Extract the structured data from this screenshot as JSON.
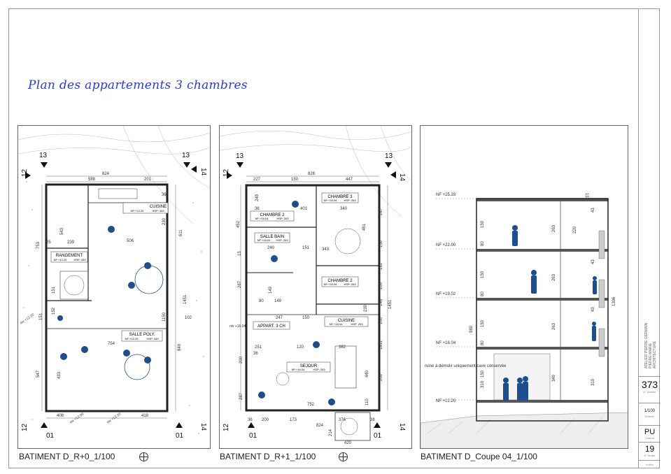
{
  "sheet": {
    "title": "Plan des appartements 3 chambres"
  },
  "plans": [
    {
      "caption": "BATIMENT D_R+0_1/100",
      "section_markers": [
        "13",
        "13",
        "12",
        "14",
        "12",
        "14",
        "01",
        "01"
      ],
      "dims": [
        "824",
        "588",
        "201",
        "36",
        "543",
        "239",
        "506",
        "611",
        "753",
        "25",
        "230",
        "1451",
        "1150",
        "102",
        "151",
        "152",
        "151",
        "433",
        "547",
        "754",
        "840",
        "406",
        "418"
      ],
      "levels": [
        "niv +12.20",
        "niv +12.00",
        "niv +12.20"
      ],
      "rooms": [
        {
          "name": "CUISINE",
          "nf": "NF:+12.20",
          "hsp": "HSP: 349"
        },
        {
          "name": "RANGEMENT",
          "nf": "NF:+12.20",
          "hsp": "HSP: 349"
        },
        {
          "name": "SALLE POLY.",
          "nf": "NF:+12.20",
          "hsp": "HSP: 349"
        }
      ]
    },
    {
      "caption": "BATIMENT D_R+1_1/100",
      "section_markers": [
        "13",
        "13",
        "12",
        "14",
        "12",
        "14",
        "01",
        "01"
      ],
      "dims": [
        "826",
        "227",
        "150",
        "447",
        "248",
        "36",
        "401",
        "287",
        "340",
        "452",
        "461",
        "15",
        "287",
        "240",
        "151",
        "343",
        "150",
        "131",
        "149",
        "149",
        "80",
        "100",
        "230",
        "146",
        "1451",
        "100",
        "247",
        "150",
        "1911",
        "251",
        "36",
        "120",
        "382",
        "200",
        "200",
        "440",
        "287",
        "752",
        "110",
        "36",
        "200",
        "173",
        "824",
        "376",
        "214",
        "38",
        "420"
      ],
      "levels": [
        "niv +16.04"
      ],
      "rooms": [
        {
          "name": "CHAMBRE 3",
          "nf": "NF:+16.04",
          "hsp": "HSP: 263"
        },
        {
          "name": "CHAMBRE 2",
          "nf": "NF:+16.04",
          "hsp": "HSP: 263"
        },
        {
          "name": "SALLE BAIN",
          "nf": "NF:+16.04",
          "hsp": "HSP: 263"
        },
        {
          "name": "CHAMBRE 2",
          "nf": "NF:+16.04",
          "hsp": "HSP: 263"
        },
        {
          "name": "CUISINE",
          "nf": "NF:+16.04",
          "hsp": "HSP: 263"
        },
        {
          "name": "APPART. 3 CH",
          "nf": "",
          "hsp": ""
        },
        {
          "name": "SEJOUR",
          "nf": "NF:+16.04",
          "hsp": "HSP: 263"
        }
      ]
    },
    {
      "caption": "BATIMENT D_Coupe 04_1/100",
      "levels": [
        "NF +25.28",
        "NF +22.00",
        "NF +19.02",
        "NF +16.04",
        "NF +12.20"
      ],
      "dims": [
        "15",
        "150",
        "80",
        "263",
        "220",
        "43",
        "150",
        "80",
        "263",
        "43",
        "150",
        "80",
        "263",
        "43",
        "150",
        "980",
        "310",
        "349",
        "310",
        "1306"
      ],
      "note": "ruine à démolir uniquement cave conservée"
    }
  ],
  "title_block": {
    "company": "ATELIER PIERRE GERMAIN PIERRE-MARIE ARCHITECTURE",
    "drawing_number": "373",
    "drawing_number_label": "N° dossier",
    "scale": "1/100",
    "scale_label": "Echelle",
    "phase": "PU",
    "phase_label": "Contrat",
    "sheet_number": "19",
    "sheet_number_label": "N° feuille",
    "index_label": "Indice"
  },
  "colors": {
    "accent": "#2b3ec9",
    "figure": "#1f4e8c",
    "line": "#222222"
  }
}
